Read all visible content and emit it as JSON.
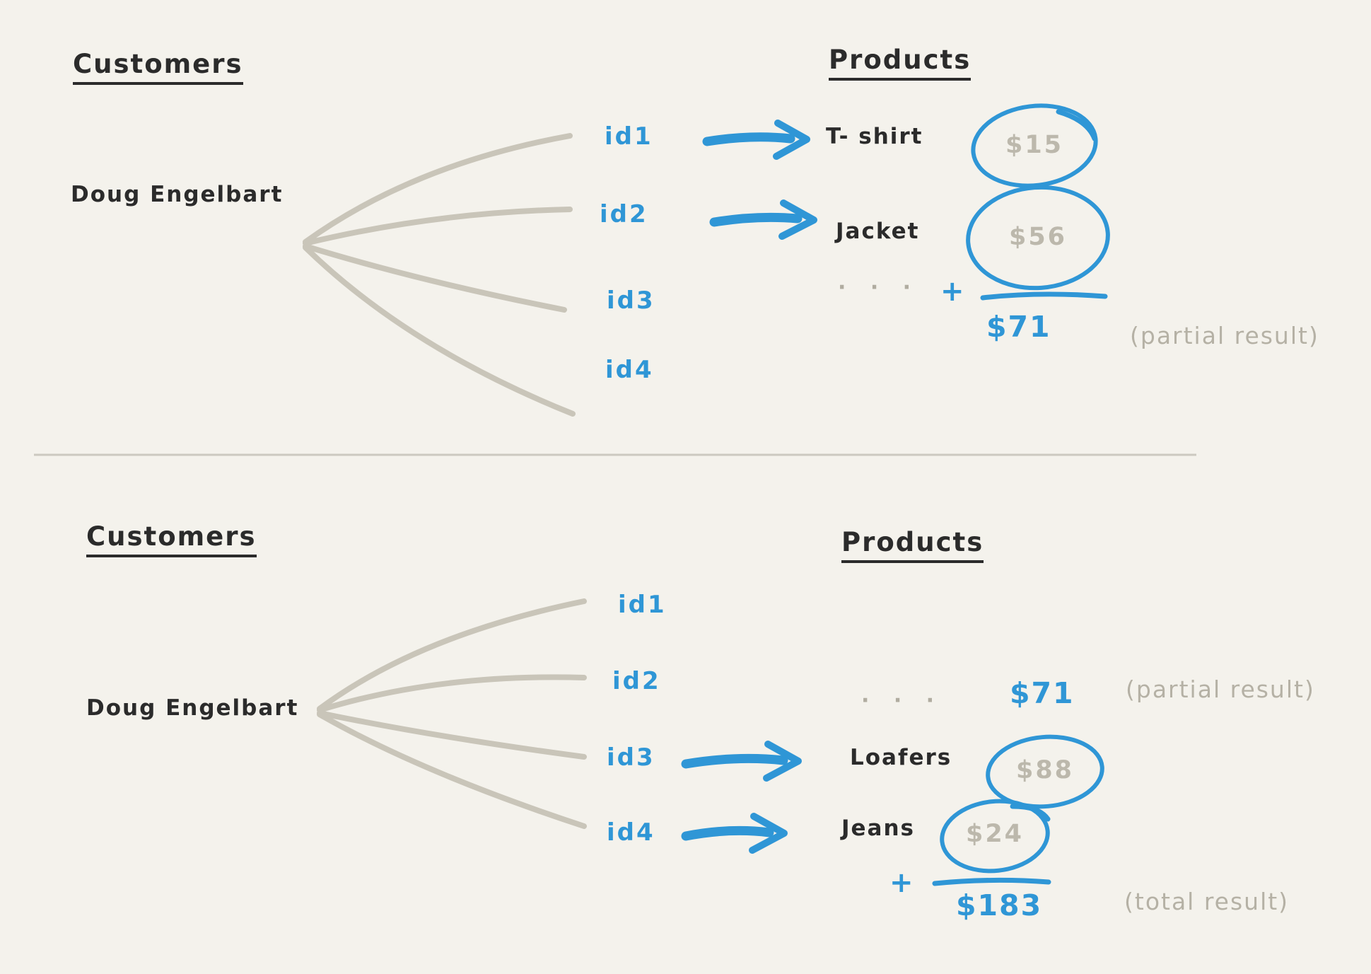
{
  "top_panel": {
    "customers_heading": "Customers",
    "products_heading": "Products",
    "customer_name": "Doug Engelbart",
    "id1": "id1",
    "id2": "id2",
    "id3": "id3",
    "id4": "id4",
    "product1": "T- shirt",
    "price1": "$15",
    "product2": "Jacket",
    "price2": "$56",
    "ellipsis": "· · ·",
    "plus": "+",
    "sum": "$71",
    "sum_note": "(partial result)"
  },
  "bottom_panel": {
    "customers_heading": "Customers",
    "products_heading": "Products",
    "customer_name": "Doug Engelbart",
    "id1": "id1",
    "id2": "id2",
    "id3": "id3",
    "id4": "id4",
    "ellipsis": "· · ·",
    "carry_sum": "$71",
    "carry_note": "(partial result)",
    "product3": "Loafers",
    "price3": "$88",
    "product4": "Jeans",
    "price4": "$24",
    "plus": "+",
    "sum": "$183",
    "sum_note": "(total result)"
  },
  "colors": {
    "background": "#f4f2ec",
    "ink": "#2b2b2b",
    "blue": "#2f96d6",
    "price_gray": "#bcb8ac",
    "note_gray": "#b5b1a5",
    "fan_line_gray": "#c9c5b9",
    "divider_gray": "#ccc9c0"
  }
}
